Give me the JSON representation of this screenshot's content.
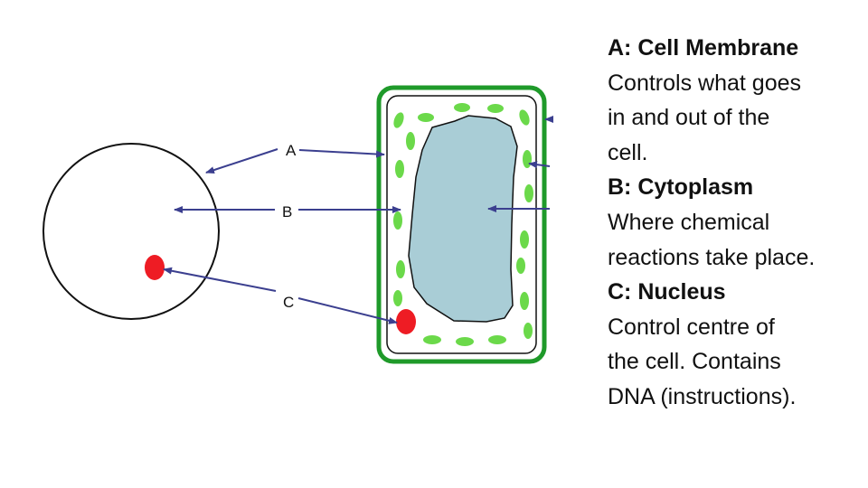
{
  "diagram": {
    "labels": {
      "a": "A",
      "b": "B",
      "c": "C"
    },
    "colors": {
      "arrow": "#3b3f8f",
      "cell_wall": "#1f9a2a",
      "chloroplast": "#6bd94a",
      "vacuole": "#a9cdd6",
      "nucleus": "#ee1c24",
      "outline": "#111111"
    }
  },
  "definitions": [
    {
      "heading": "A: Cell Membrane",
      "lines": [
        "Controls what goes",
        "in and out of the",
        "cell."
      ]
    },
    {
      "heading": "B: Cytoplasm",
      "lines": [
        "Where chemical",
        "reactions take place."
      ]
    },
    {
      "heading": "C: Nucleus",
      "lines": [
        "Control centre of",
        "the cell. Contains",
        "DNA (instructions)."
      ]
    }
  ]
}
